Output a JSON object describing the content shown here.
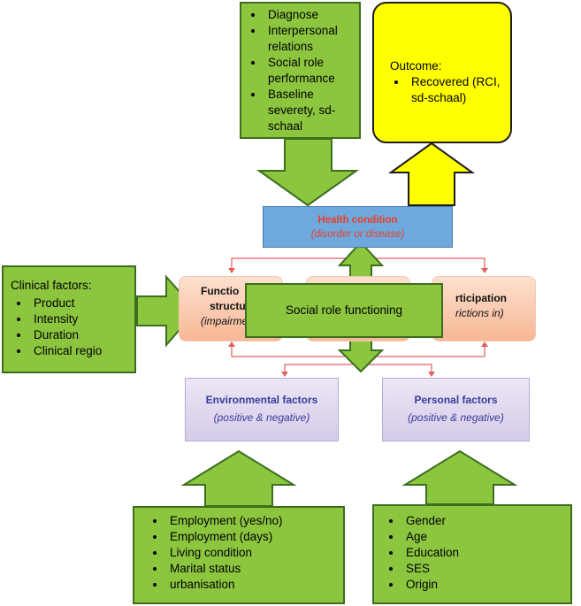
{
  "diagnose_box": {
    "items": [
      "Diagnose",
      "Interpersonal relations",
      "Social role performance",
      "Baseline severety, sd-schaal"
    ]
  },
  "outcome_box": {
    "title": "Outcome:",
    "items": [
      "Recovered (RCI, sd-schaal)"
    ]
  },
  "health_condition": {
    "title": "Health condition",
    "subtitle": "(disorder or disease)"
  },
  "clinical_box": {
    "title": "Clinical factors:",
    "items": [
      "Product",
      "Intensity",
      "Duration",
      "Clinical regio"
    ]
  },
  "functions_box": {
    "title": "Functio",
    "title2": "structu",
    "subtitle": "(impairme"
  },
  "participation_box": {
    "title": "rticipation",
    "subtitle": "rictions in)"
  },
  "center_box": {
    "label": "Social role functioning"
  },
  "environmental": {
    "title": "Environmental factors",
    "subtitle": "(positive & negative)"
  },
  "personal": {
    "title": "Personal factors",
    "subtitle": "(positive & negative)"
  },
  "env_box": {
    "items": [
      "Employment (yes/no)",
      "Employment (days)",
      "Living condition",
      "Marital status",
      "urbanisation"
    ]
  },
  "pers_box": {
    "items": [
      "Gender",
      "Age",
      "Education",
      "SES",
      "Origin"
    ]
  },
  "colors": {
    "green": "#8cc63f",
    "green_border": "#3b6e1e",
    "yellow": "#ffff00",
    "blue": "#6fa8dc",
    "red_text": "#e8412a",
    "purple_text": "#3a3a9a",
    "connector": "#e06060"
  }
}
